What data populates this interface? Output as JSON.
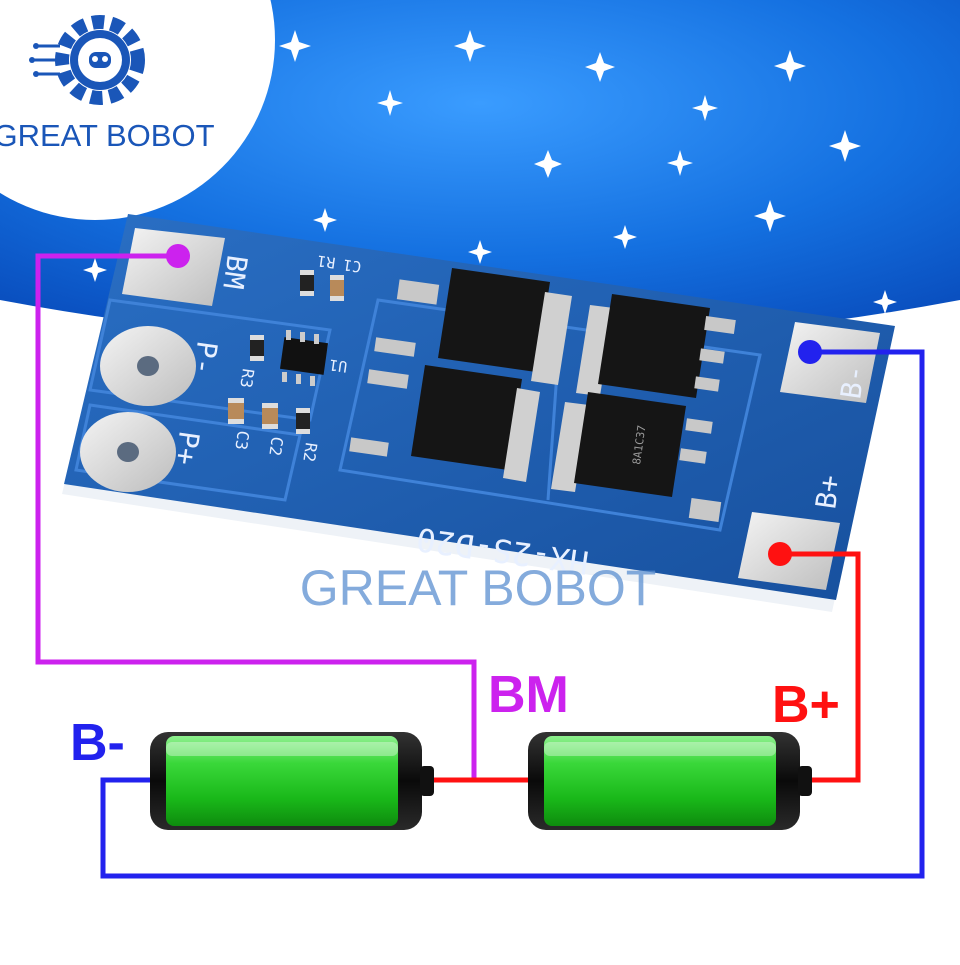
{
  "brand": {
    "name": "GREAT BOBOT",
    "watermark": "GREAT BOBOT"
  },
  "board": {
    "model": "HX-2S-D20",
    "pad_labels": {
      "bm": "BM",
      "p_minus": "P-",
      "p_plus": "P+",
      "b_minus": "B-",
      "b_plus": "B+"
    },
    "components": {
      "r1": "R1",
      "c1": "C1",
      "r2": "R2",
      "r3": "R3",
      "c2": "C2",
      "c3": "C3",
      "u1": "U1",
      "mosfet_mark": "8A1C37"
    }
  },
  "labels": {
    "bm": "BM",
    "b_plus": "B+",
    "b_minus": "B-"
  },
  "colors": {
    "bm_wire": "#cc22ee",
    "b_plus_wire": "#ff1111",
    "b_minus_wire": "#2222ee",
    "pcb": "#1e5fb4",
    "battery": "#22cc22",
    "sky": "#1478e6"
  },
  "icons": {
    "logo": "gear-robot-logo-icon",
    "sparkle": "sparkle-star-icon",
    "battery": "battery-cell-icon",
    "mosfet": "mosfet-chip-icon"
  }
}
